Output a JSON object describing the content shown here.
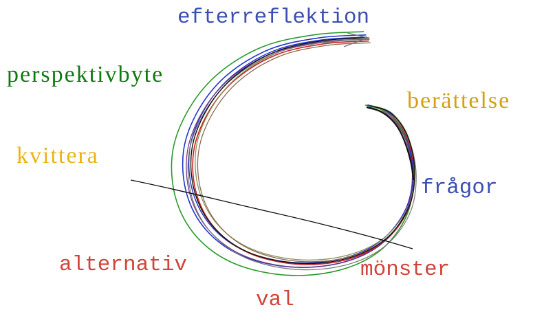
{
  "labels": {
    "efterreflektion": {
      "text": "efterreflektion",
      "color": "#3b4fb3"
    },
    "perspektivbyte": {
      "text": "perspektivbyte",
      "color": "#0f7a0f"
    },
    "berattelse": {
      "text": "berättelse",
      "color": "#d4a012"
    },
    "kvittera": {
      "text": "kvittera",
      "color": "#e8b417"
    },
    "fragor": {
      "text": "frågor",
      "color": "#3b4fb3"
    },
    "alternativ": {
      "text": "alternativ",
      "color": "#d0443a"
    },
    "monster": {
      "text": "mönster",
      "color": "#d0443a"
    },
    "val": {
      "text": "val",
      "color": "#d0443a"
    }
  },
  "stroke_colors": {
    "black": "#111111",
    "blue": "#2233cc",
    "red": "#cc2222",
    "green": "#2a9a2a",
    "olive": "#8c8c5a",
    "brown": "#8a6a4a",
    "purple": "#6a3a8a",
    "gray": "#777777"
  }
}
